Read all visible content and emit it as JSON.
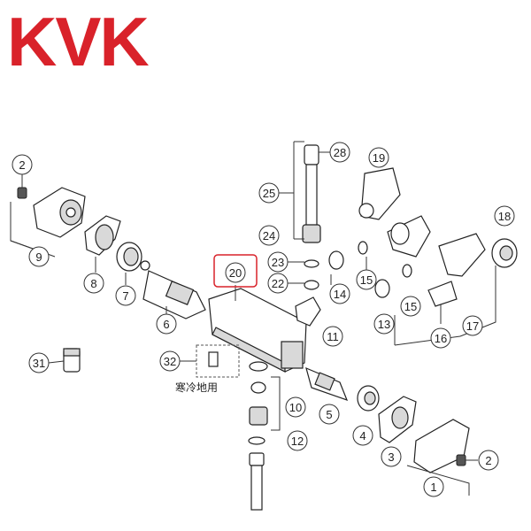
{
  "brand": {
    "name": "KVK",
    "color": "#d9222a"
  },
  "highlight_color": "#d9222a",
  "highlighted_part": "20",
  "parts": [
    {
      "id": "p1",
      "label": "1"
    },
    {
      "id": "p2a",
      "label": "2"
    },
    {
      "id": "p2b",
      "label": "2"
    },
    {
      "id": "p3",
      "label": "3"
    },
    {
      "id": "p4",
      "label": "4"
    },
    {
      "id": "p5",
      "label": "5"
    },
    {
      "id": "p6",
      "label": "6"
    },
    {
      "id": "p7",
      "label": "7"
    },
    {
      "id": "p8",
      "label": "8"
    },
    {
      "id": "p9",
      "label": "9"
    },
    {
      "id": "p10",
      "label": "10"
    },
    {
      "id": "p11",
      "label": "11"
    },
    {
      "id": "p12",
      "label": "12"
    },
    {
      "id": "p13",
      "label": "13"
    },
    {
      "id": "p14",
      "label": "14"
    },
    {
      "id": "p15a",
      "label": "15"
    },
    {
      "id": "p15b",
      "label": "15"
    },
    {
      "id": "p16",
      "label": "16"
    },
    {
      "id": "p17",
      "label": "17"
    },
    {
      "id": "p18",
      "label": "18"
    },
    {
      "id": "p19",
      "label": "19"
    },
    {
      "id": "p20",
      "label": "20"
    },
    {
      "id": "p22",
      "label": "22"
    },
    {
      "id": "p23",
      "label": "23"
    },
    {
      "id": "p24",
      "label": "24"
    },
    {
      "id": "p25",
      "label": "25"
    },
    {
      "id": "p28",
      "label": "28"
    },
    {
      "id": "p31",
      "label": "31"
    },
    {
      "id": "p32",
      "label": "32"
    }
  ],
  "cold_region_note": "寒冷地用"
}
